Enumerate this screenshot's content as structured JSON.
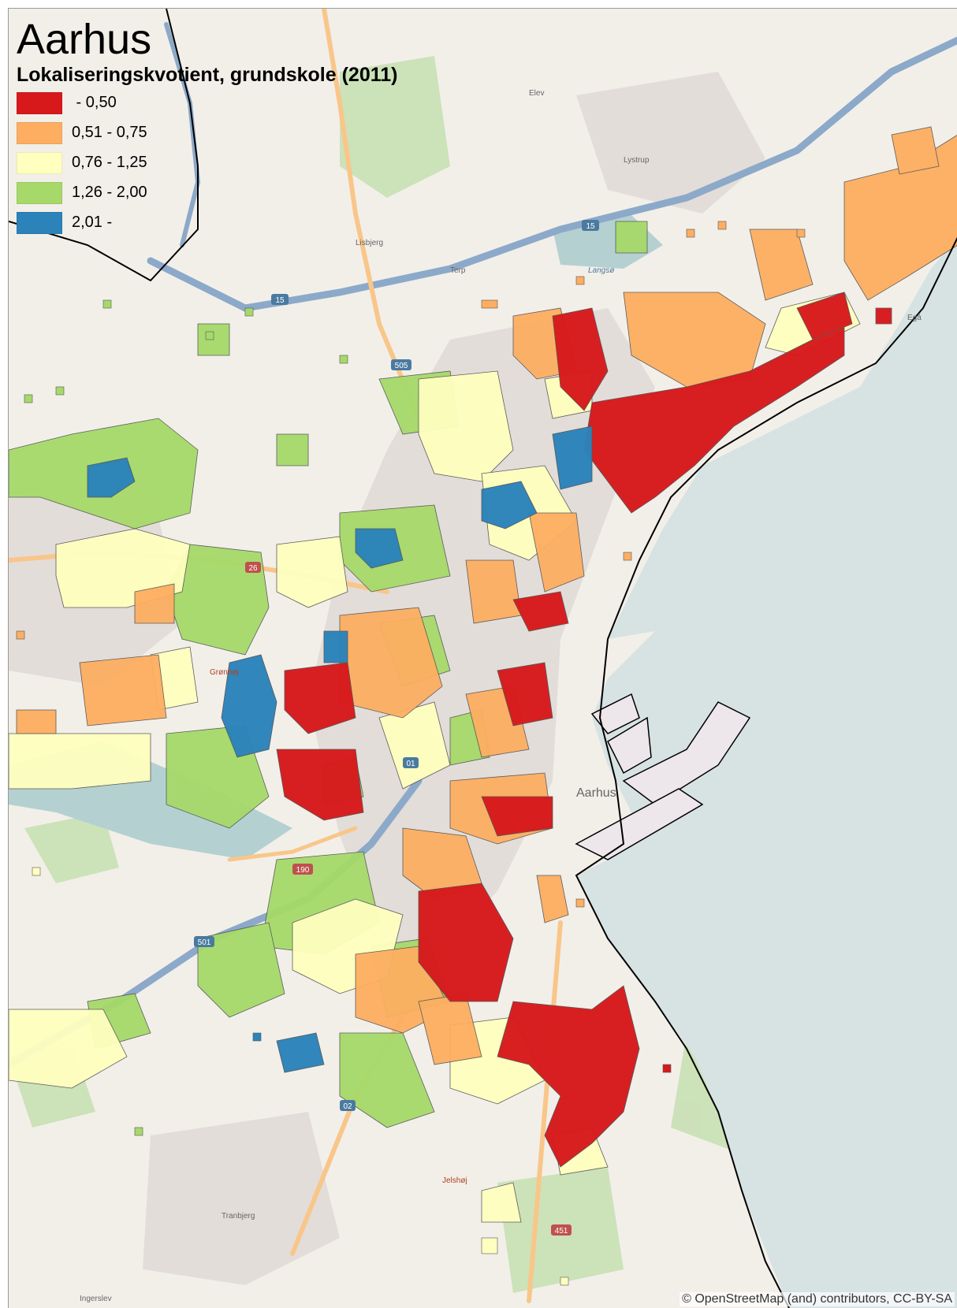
{
  "title": "Aarhus",
  "legend": {
    "title": "Lokaliseringskvotient, grundskole (2011)",
    "classes": [
      {
        "label": " - 0,50",
        "color": "#d7191c"
      },
      {
        "label": "0,51 - 0,75",
        "color": "#fdae61"
      },
      {
        "label": "0,76 - 1,25",
        "color": "#ffffbf"
      },
      {
        "label": "1,26 - 2,00",
        "color": "#a6d96a"
      },
      {
        "label": "2,01 -",
        "color": "#2b83ba"
      }
    ]
  },
  "place_labels": {
    "center": "Aarhus",
    "lystrup": "Lystrup",
    "egaa": "Egå",
    "elev": "Elev",
    "lisbjerg": "Lisbjerg",
    "terp": "Terp",
    "langso": "Langsø",
    "jelshoj": "Jelshøj",
    "tranbjerg": "Tranbjerg",
    "ingerslev": "Ingerslev",
    "gronhoj": "Grønhøj"
  },
  "road_labels": [
    "15",
    "501",
    "01",
    "02",
    "190",
    "505",
    "26",
    "451"
  ],
  "attribution": "© OpenStreetMap (and) contributors, CC-BY-SA",
  "colors": {
    "sea": "#d7e2e3",
    "land": "#f2efe9",
    "road": "#f9c68a",
    "motorway": "#8ca9c9",
    "boundary": "#000000",
    "city": "#ded8d9"
  }
}
